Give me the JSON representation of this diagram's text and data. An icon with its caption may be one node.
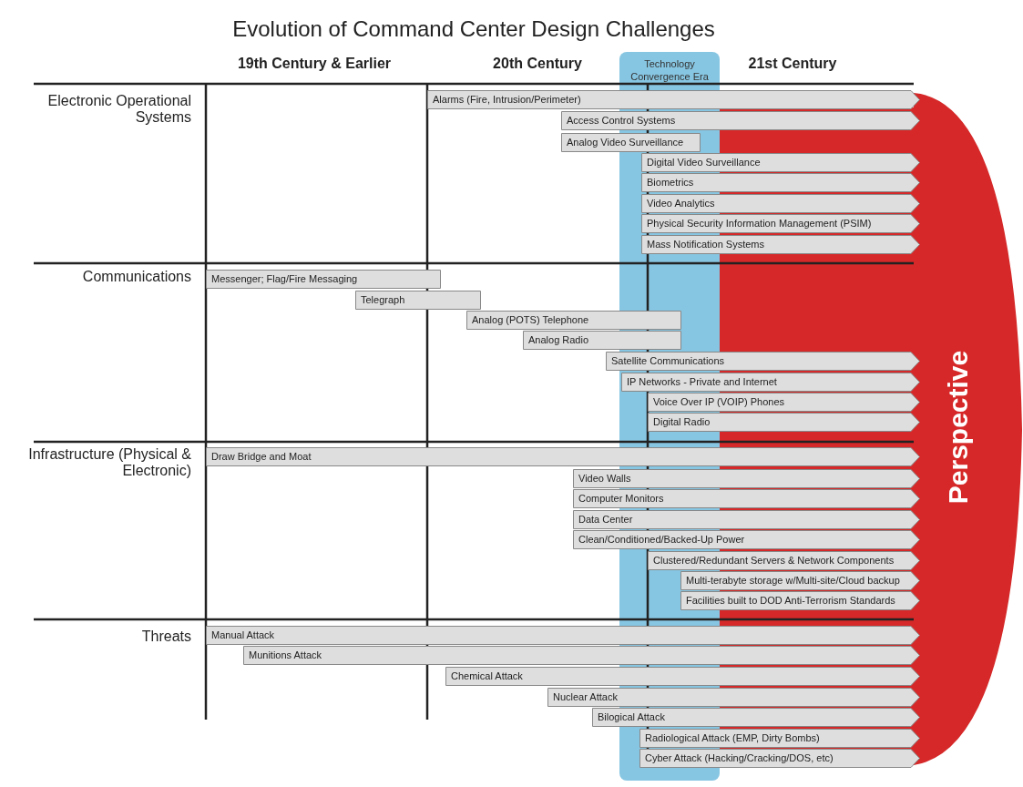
{
  "diagram": {
    "title": "Evolution of Command Center Design Challenges",
    "nodes": [
      {
        "text": [
          "Technology Convergence Era"
        ]
      },
      {
        "text": [
          "Alarms (Fire, Intrusion/Perimeter)"
        ]
      },
      {
        "text": [
          "Access Control Systems"
        ]
      },
      {
        "text": [
          "Analog Video Surveillance"
        ]
      },
      {
        "text": [
          "Digital Video Surveillance"
        ]
      },
      {
        "text": [
          "Biometrics"
        ]
      },
      {
        "text": [
          "Video Analytics"
        ]
      },
      {
        "text": [
          "Physical Security Information Management (PSIM)"
        ]
      },
      {
        "text": [
          "Mass Notification Systems"
        ]
      },
      {
        "text": [
          "Messenger; Flag/Fire Messaging"
        ]
      },
      {
        "text": [
          "Telegraph"
        ]
      },
      {
        "text": [
          "Analog (POTS) Telephone"
        ]
      },
      {
        "text": [
          "Analog Radio"
        ]
      },
      {
        "text": [
          "Satellite Communications"
        ]
      },
      {
        "text": [
          "IP Networks - Private and Internet"
        ]
      },
      {
        "text": [
          "Voice Over IP (VOIP) Phones"
        ]
      },
      {
        "text": [
          "Digital Radio"
        ]
      },
      {
        "text": [
          "Draw Bridge and Moat"
        ]
      },
      {
        "text": [
          "Video Walls"
        ]
      },
      {
        "text": [
          "Computer Monitors"
        ]
      },
      {
        "text": [
          "Data Center"
        ]
      },
      {
        "text": [
          "Clean/Conditioned/Backed-Up Power"
        ]
      },
      {
        "text": [
          "Clustered/Redundant Servers & Network Components"
        ]
      },
      {
        "text": [
          "Multi-terabyte storage w/Multi-site/Cloud backup"
        ]
      },
      {
        "text": [
          "Facilities built to DOD Anti-Terrorism Standards"
        ]
      },
      {
        "text": [
          "Manual Attack"
        ]
      },
      {
        "text": [
          "Munitions Attack"
        ]
      },
      {
        "text": [
          "Chemical Attack"
        ]
      },
      {
        "text": [
          "Nuclear Attack"
        ]
      },
      {
        "text": [
          "Bilogical Attack"
        ]
      },
      {
        "text": [
          "Radiological Attack (EMP, Dirty Bombs)"
        ]
      },
      {
        "text": [
          "Cyber Attack (Hacking/Cracking/DOS, etc)"
        ]
      },
      {
        "text": [
          "Perspective"
        ]
      }
    ],
    "labels": [
      "19th Century & Earlier",
      "20th Century",
      "21st Century",
      "Electronic Operational Systems",
      "Communications",
      "Infrastructure (Physical & Electronic)",
      "Threats"
    ]
  }
}
